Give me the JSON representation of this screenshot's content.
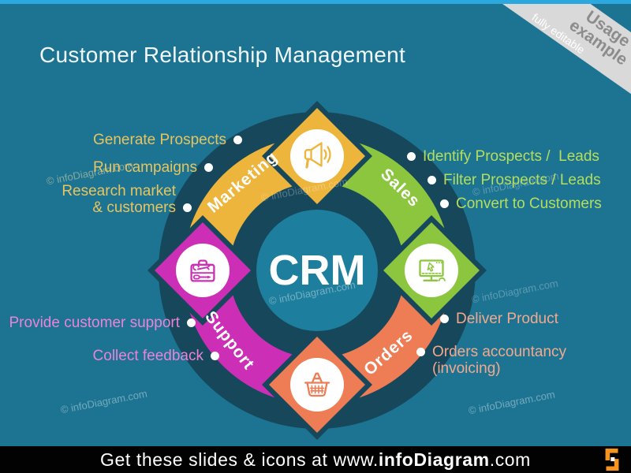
{
  "slide": {
    "title": "Customer Relationship Management",
    "center_label": "CRM",
    "background": "#1D7492",
    "top_bar_color": "#2CA8DF",
    "ring_color": "#16475B",
    "inner_circle_color": "#1E7E9D"
  },
  "ribbon": {
    "line1": "Usage",
    "line2": "example",
    "line3": "fully editable",
    "background": "#D9D9D9",
    "text_color": "#8C8C8C"
  },
  "segments": [
    {
      "id": "marketing",
      "label": "Marketing",
      "color": "#EDB53C",
      "item_color": "#E8C45F",
      "icon": "megaphone-icon",
      "items": [
        "Generate Prospects",
        "Run campaigns",
        "Research market",
        "& customers"
      ]
    },
    {
      "id": "sales",
      "label": "Sales",
      "color": "#8CC63F",
      "item_color": "#B5DE5C",
      "icon": "monitor-cursor-icon",
      "items": [
        "Identify Prospects /  Leads",
        "Filter Prospects / Leads",
        "Convert to Customers"
      ]
    },
    {
      "id": "orders",
      "label": "Orders",
      "color": "#EE7C55",
      "item_color": "#F2A98D",
      "icon": "shopping-basket-icon",
      "items": [
        "Deliver Product",
        "Orders accountancy",
        "(invoicing)"
      ]
    },
    {
      "id": "support",
      "label": "Support",
      "color": "#CC2FB5",
      "item_color": "#EA83D9",
      "icon": "toolbox-icon",
      "items": [
        "Provide customer support",
        "Collect feedback"
      ]
    }
  ],
  "watermark": "© infoDiagram.com",
  "footer": {
    "prefix": "Get these slides & icons at ",
    "www": "www.",
    "brand": "infoDiagram",
    "suffix": ".com",
    "logo_color": "#F7941E"
  }
}
